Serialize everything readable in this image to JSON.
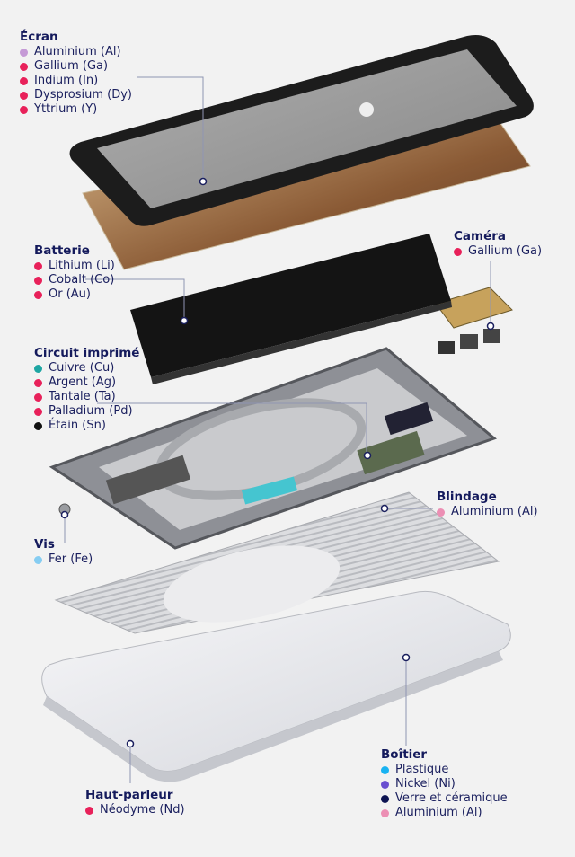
{
  "colors": {
    "text": "#141a5c",
    "red": "#e8215a",
    "aluminium_screen": "#c59ad6",
    "aluminium": "#ec8fb4",
    "copper": "#1ea6a3",
    "tin": "#111111",
    "iron": "#86cdf2",
    "plastic": "#19b3f2",
    "nickel": "#6a4fd0",
    "glass": "#0d1452"
  },
  "groups": {
    "ecran": {
      "title": "Écran",
      "items": [
        {
          "label": "Aluminium (Al)",
          "color": "#c59ad6"
        },
        {
          "label": "Gallium (Ga)",
          "color": "#e8215a"
        },
        {
          "label": "Indium (In)",
          "color": "#e8215a"
        },
        {
          "label": "Dysprosium (Dy)",
          "color": "#e8215a"
        },
        {
          "label": "Yttrium (Y)",
          "color": "#e8215a"
        }
      ]
    },
    "batterie": {
      "title": "Batterie",
      "items": [
        {
          "label": "Lithium (Li)",
          "color": "#e8215a"
        },
        {
          "label": "Cobalt (Co)",
          "color": "#e8215a"
        },
        {
          "label": "Or (Au)",
          "color": "#e8215a"
        }
      ]
    },
    "circuit": {
      "title": "Circuit imprimé",
      "items": [
        {
          "label": "Cuivre (Cu)",
          "color": "#1ea6a3"
        },
        {
          "label": "Argent (Ag)",
          "color": "#e8215a"
        },
        {
          "label": "Tantale (Ta)",
          "color": "#e8215a"
        },
        {
          "label": "Palladium (Pd)",
          "color": "#e8215a"
        },
        {
          "label": "Étain (Sn)",
          "color": "#111111"
        }
      ]
    },
    "vis": {
      "title": "Vis",
      "items": [
        {
          "label": "Fer (Fe)",
          "color": "#86cdf2"
        }
      ]
    },
    "camera": {
      "title": "Caméra",
      "items": [
        {
          "label": "Gallium (Ga)",
          "color": "#e8215a"
        }
      ]
    },
    "blindage": {
      "title": "Blindage",
      "items": [
        {
          "label": "Aluminium (Al)",
          "color": "#ec8fb4"
        }
      ]
    },
    "hautparleur": {
      "title": "Haut-parleur",
      "items": [
        {
          "label": "Néodyme (Nd)",
          "color": "#e8215a"
        }
      ]
    },
    "boitier": {
      "title": "Boîtier",
      "items": [
        {
          "label": "Plastique",
          "color": "#19b3f2"
        },
        {
          "label": "Nickel (Ni)",
          "color": "#6a4fd0"
        },
        {
          "label": "Verre et céramique",
          "color": "#0d1452"
        },
        {
          "label": "Aluminium (Al)",
          "color": "#ec8fb4"
        }
      ]
    }
  }
}
